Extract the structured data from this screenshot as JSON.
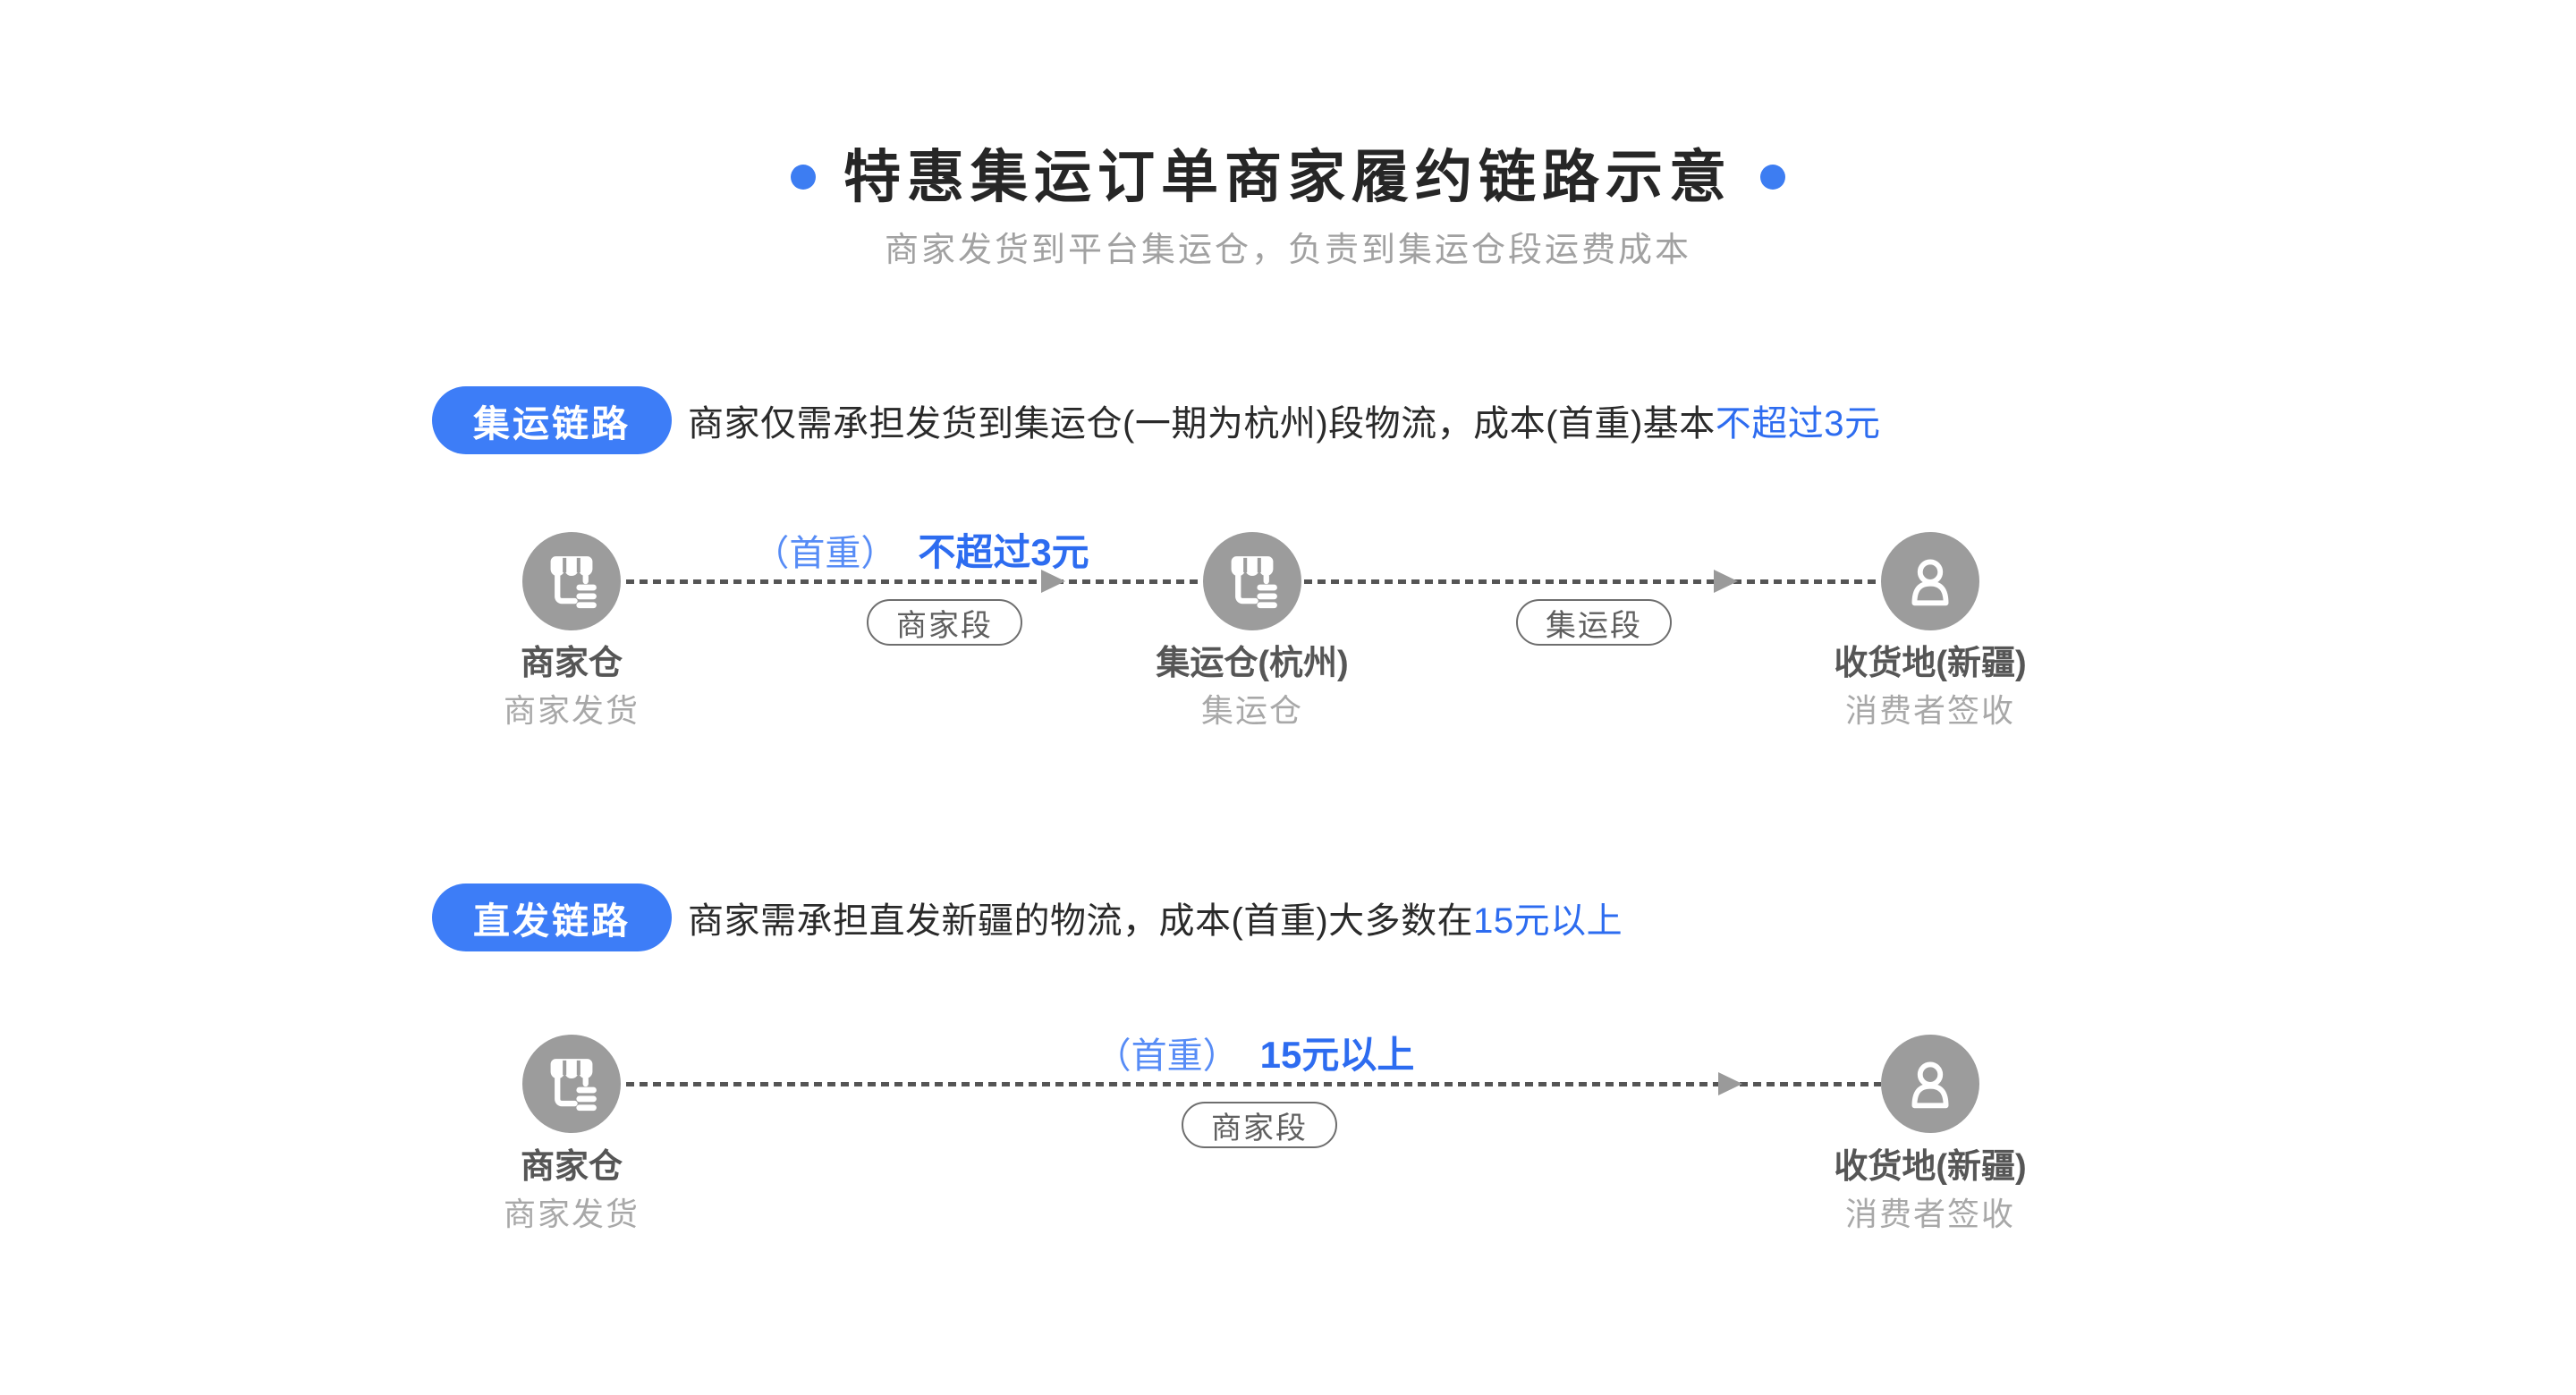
{
  "header": {
    "title": "特惠集运订单商家履约链路示意",
    "subtitle": "商家发货到平台集运仓，负责到集运仓段运费成本"
  },
  "sections": [
    {
      "badge": "集运链路",
      "desc_plain": "商家仅需承担发货到集运仓(一期为杭州)段物流，成本(首重)基本",
      "desc_highlight": "不超过3元"
    },
    {
      "badge": "直发链路",
      "desc_plain": "商家需承担直发新疆的物流，成本(首重)大多数在",
      "desc_highlight": "15元以上"
    }
  ],
  "flows": [
    {
      "price_prefix": "（首重）",
      "price_value": "不超过3元",
      "tags": [
        "商家段",
        "集运段"
      ],
      "nodes": [
        {
          "icon": "storefront-icon",
          "title": "商家仓",
          "subtitle": "商家发货"
        },
        {
          "icon": "storefront-icon",
          "title": "集运仓(杭州)",
          "subtitle": "集运仓"
        },
        {
          "icon": "person-icon",
          "title": "收货地(新疆)",
          "subtitle": "消费者签收"
        }
      ]
    },
    {
      "price_prefix": "（首重）",
      "price_value": "15元以上",
      "tags": [
        "商家段"
      ],
      "nodes": [
        {
          "icon": "storefront-icon",
          "title": "商家仓",
          "subtitle": "商家发货"
        },
        {
          "icon": "person-icon",
          "title": "收货地(新疆)",
          "subtitle": "消费者签收"
        }
      ]
    }
  ],
  "colors": {
    "accent_blue": "#3D7DF7",
    "highlight_blue": "#2D6CF0",
    "highlight_blue_light": "#578CF6",
    "node_circle_gray": "#9C9C9C",
    "dash_gray": "#555555",
    "arrow_gray": "#9A9A9A",
    "title_dark": "#262626",
    "subtitle_gray": "#A1A1A1"
  }
}
